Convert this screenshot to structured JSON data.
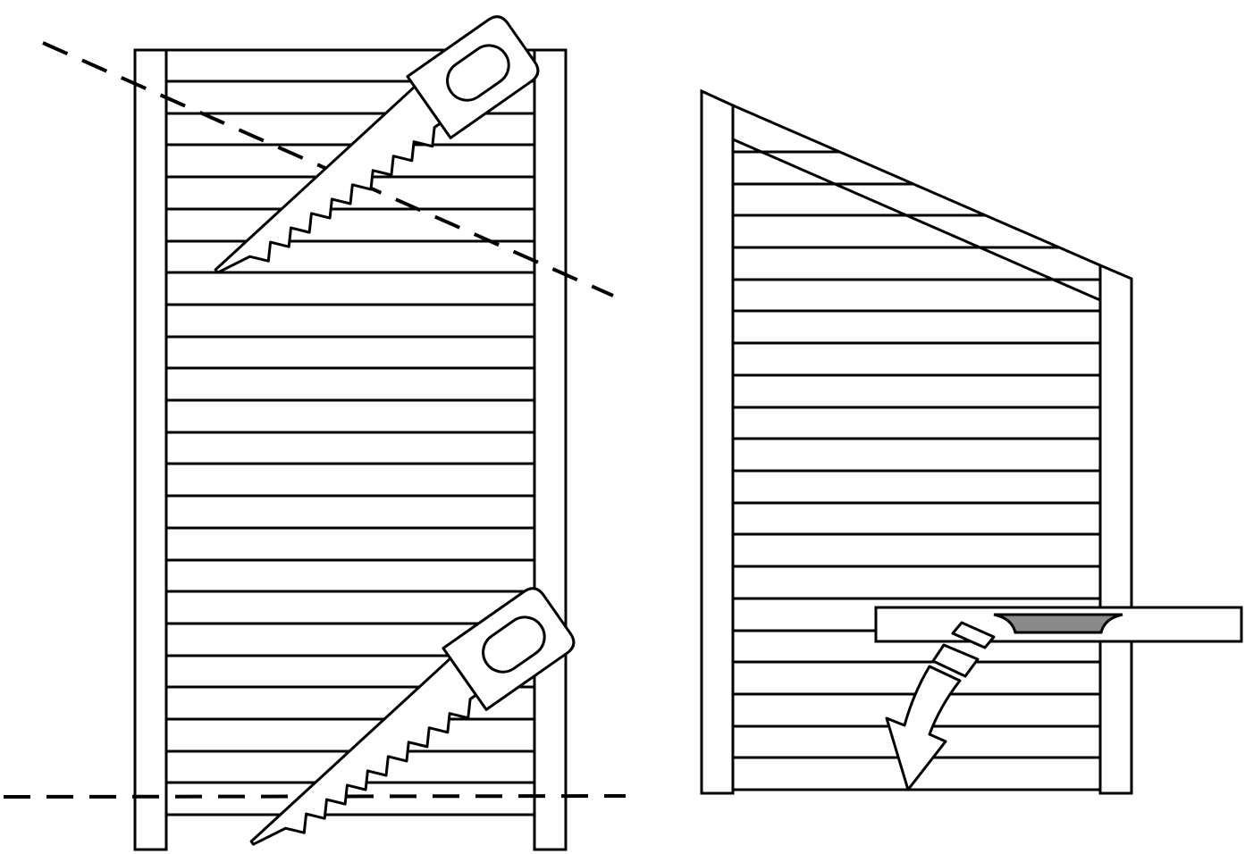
{
  "diagram": {
    "panels": [
      {
        "id": "before",
        "description_shown": false
      },
      {
        "id": "after",
        "description_shown": false
      }
    ],
    "steps": [
      {
        "step": "cut-top-diagonal",
        "tool": "hand-saw-icon"
      },
      {
        "step": "cut-bottom-straight",
        "tool": "hand-saw-icon"
      },
      {
        "step": "check-level-and-install",
        "tool": "spirit-level-icon"
      }
    ],
    "colors": {
      "stroke": "#000000",
      "background": "#ffffff",
      "level_bubble": "#8a8a8a"
    }
  }
}
